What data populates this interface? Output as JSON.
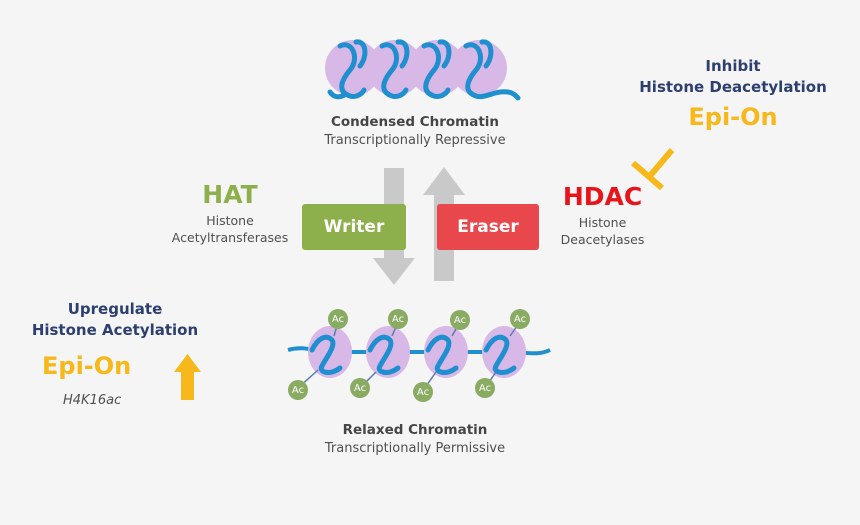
{
  "top_chromatin": {
    "title": "Condensed Chromatin",
    "subtitle": "Transcriptionally Repressive"
  },
  "bottom_chromatin": {
    "title": "Relaxed Chromatin",
    "subtitle": "Transcriptionally Permissive"
  },
  "hat": {
    "abbr": "HAT",
    "line1": "Histone",
    "line2": "Acetyltransferases",
    "color": "#8db04c"
  },
  "hdac": {
    "abbr": "HDAC",
    "line1": "Histone",
    "line2": "Deacetylases",
    "color": "#e8141b"
  },
  "writer_label": "Writer",
  "eraser_label": "Eraser",
  "inhibit": {
    "line1": "Inhibit",
    "line2": "Histone Deacetylation",
    "product": "Epi-On"
  },
  "upregulate": {
    "line1": "Upregulate",
    "line2": "Histone Acetylation",
    "product": "Epi-On",
    "marker": "H4K16ac"
  },
  "ac_label": "Ac",
  "colors": {
    "navy": "#2d3f6f",
    "yellow": "#f6b81a",
    "writer": "#8db04c",
    "eraser": "#e8484c",
    "nucleosome": "#d7b8e6",
    "dna": "#1f8fcf",
    "arrow_grey": "#c9c9c9",
    "ac_green": "#8aab62"
  },
  "icons": [
    "up-arrow-icon",
    "inhibit-t-bar-icon",
    "down-arrow-icon"
  ]
}
